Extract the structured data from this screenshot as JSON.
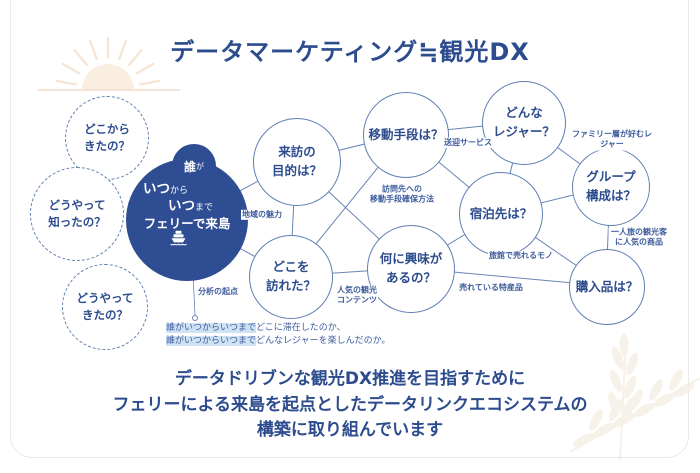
{
  "title": "データマーケティング≒観光DX",
  "diagram": {
    "hub": {
      "badge": {
        "main": "誰",
        "suffix": "が"
      },
      "when_from": {
        "main": "いつ",
        "suffix": "から"
      },
      "when_to": {
        "main": "いつ",
        "suffix": "まで"
      },
      "main_label": "フェリーで来島",
      "icon": "ferry-icon"
    },
    "question_nodes": [
      {
        "label": "どこから\nきたの？"
      },
      {
        "label": "どうやって\n知ったの？"
      },
      {
        "label": "どうやって\nきたの？"
      }
    ],
    "nodes": [
      {
        "id": "purpose",
        "label": "来訪の\n目的は？"
      },
      {
        "id": "transport",
        "label": "移動手段は？"
      },
      {
        "id": "leisure",
        "label": "どんな\nレジャー？"
      },
      {
        "id": "group",
        "label": "グループ\n構成は？"
      },
      {
        "id": "stay",
        "label": "宿泊先は？"
      },
      {
        "id": "interest",
        "label": "何に興味が\nあるの？"
      },
      {
        "id": "visited",
        "label": "どこを\n訪れた？"
      },
      {
        "id": "purchase",
        "label": "購入品は？"
      }
    ],
    "edge_labels": [
      "地域の魅力",
      "送迎サービス",
      "訪問先への\n移動手段確保方法",
      "ファミリー層が好むレジャー",
      "一人旅の観光客に人気の商品",
      "旅館で売れるモノ",
      "売れている特産品",
      "人気の観光\nコンテンツ",
      "分析の起点"
    ],
    "annotation": {
      "lines": [
        {
          "highlight": "誰がいつからいつまで",
          "rest": "どこに滞在したのか、"
        },
        {
          "highlight": "誰がいつからいつまで",
          "rest": "どんなレジャーを楽しんだのか。"
        }
      ]
    }
  },
  "footer": {
    "lines": [
      "データドリブンな観光DX推進を目指すために",
      "フェリーによる来島を起点としたデータリンクエコシステムの",
      "構築に取り組んでいます"
    ]
  },
  "colors": {
    "navy": "#2d4c8e",
    "hub": "#2e4d93",
    "stroke": "#5f7fb2",
    "label": "#3d5c9c",
    "highlight": "#cfe2f3",
    "card-border": "#e9e9e9",
    "sun": "#f6e2ce",
    "wheat": "#f1e9d8"
  }
}
